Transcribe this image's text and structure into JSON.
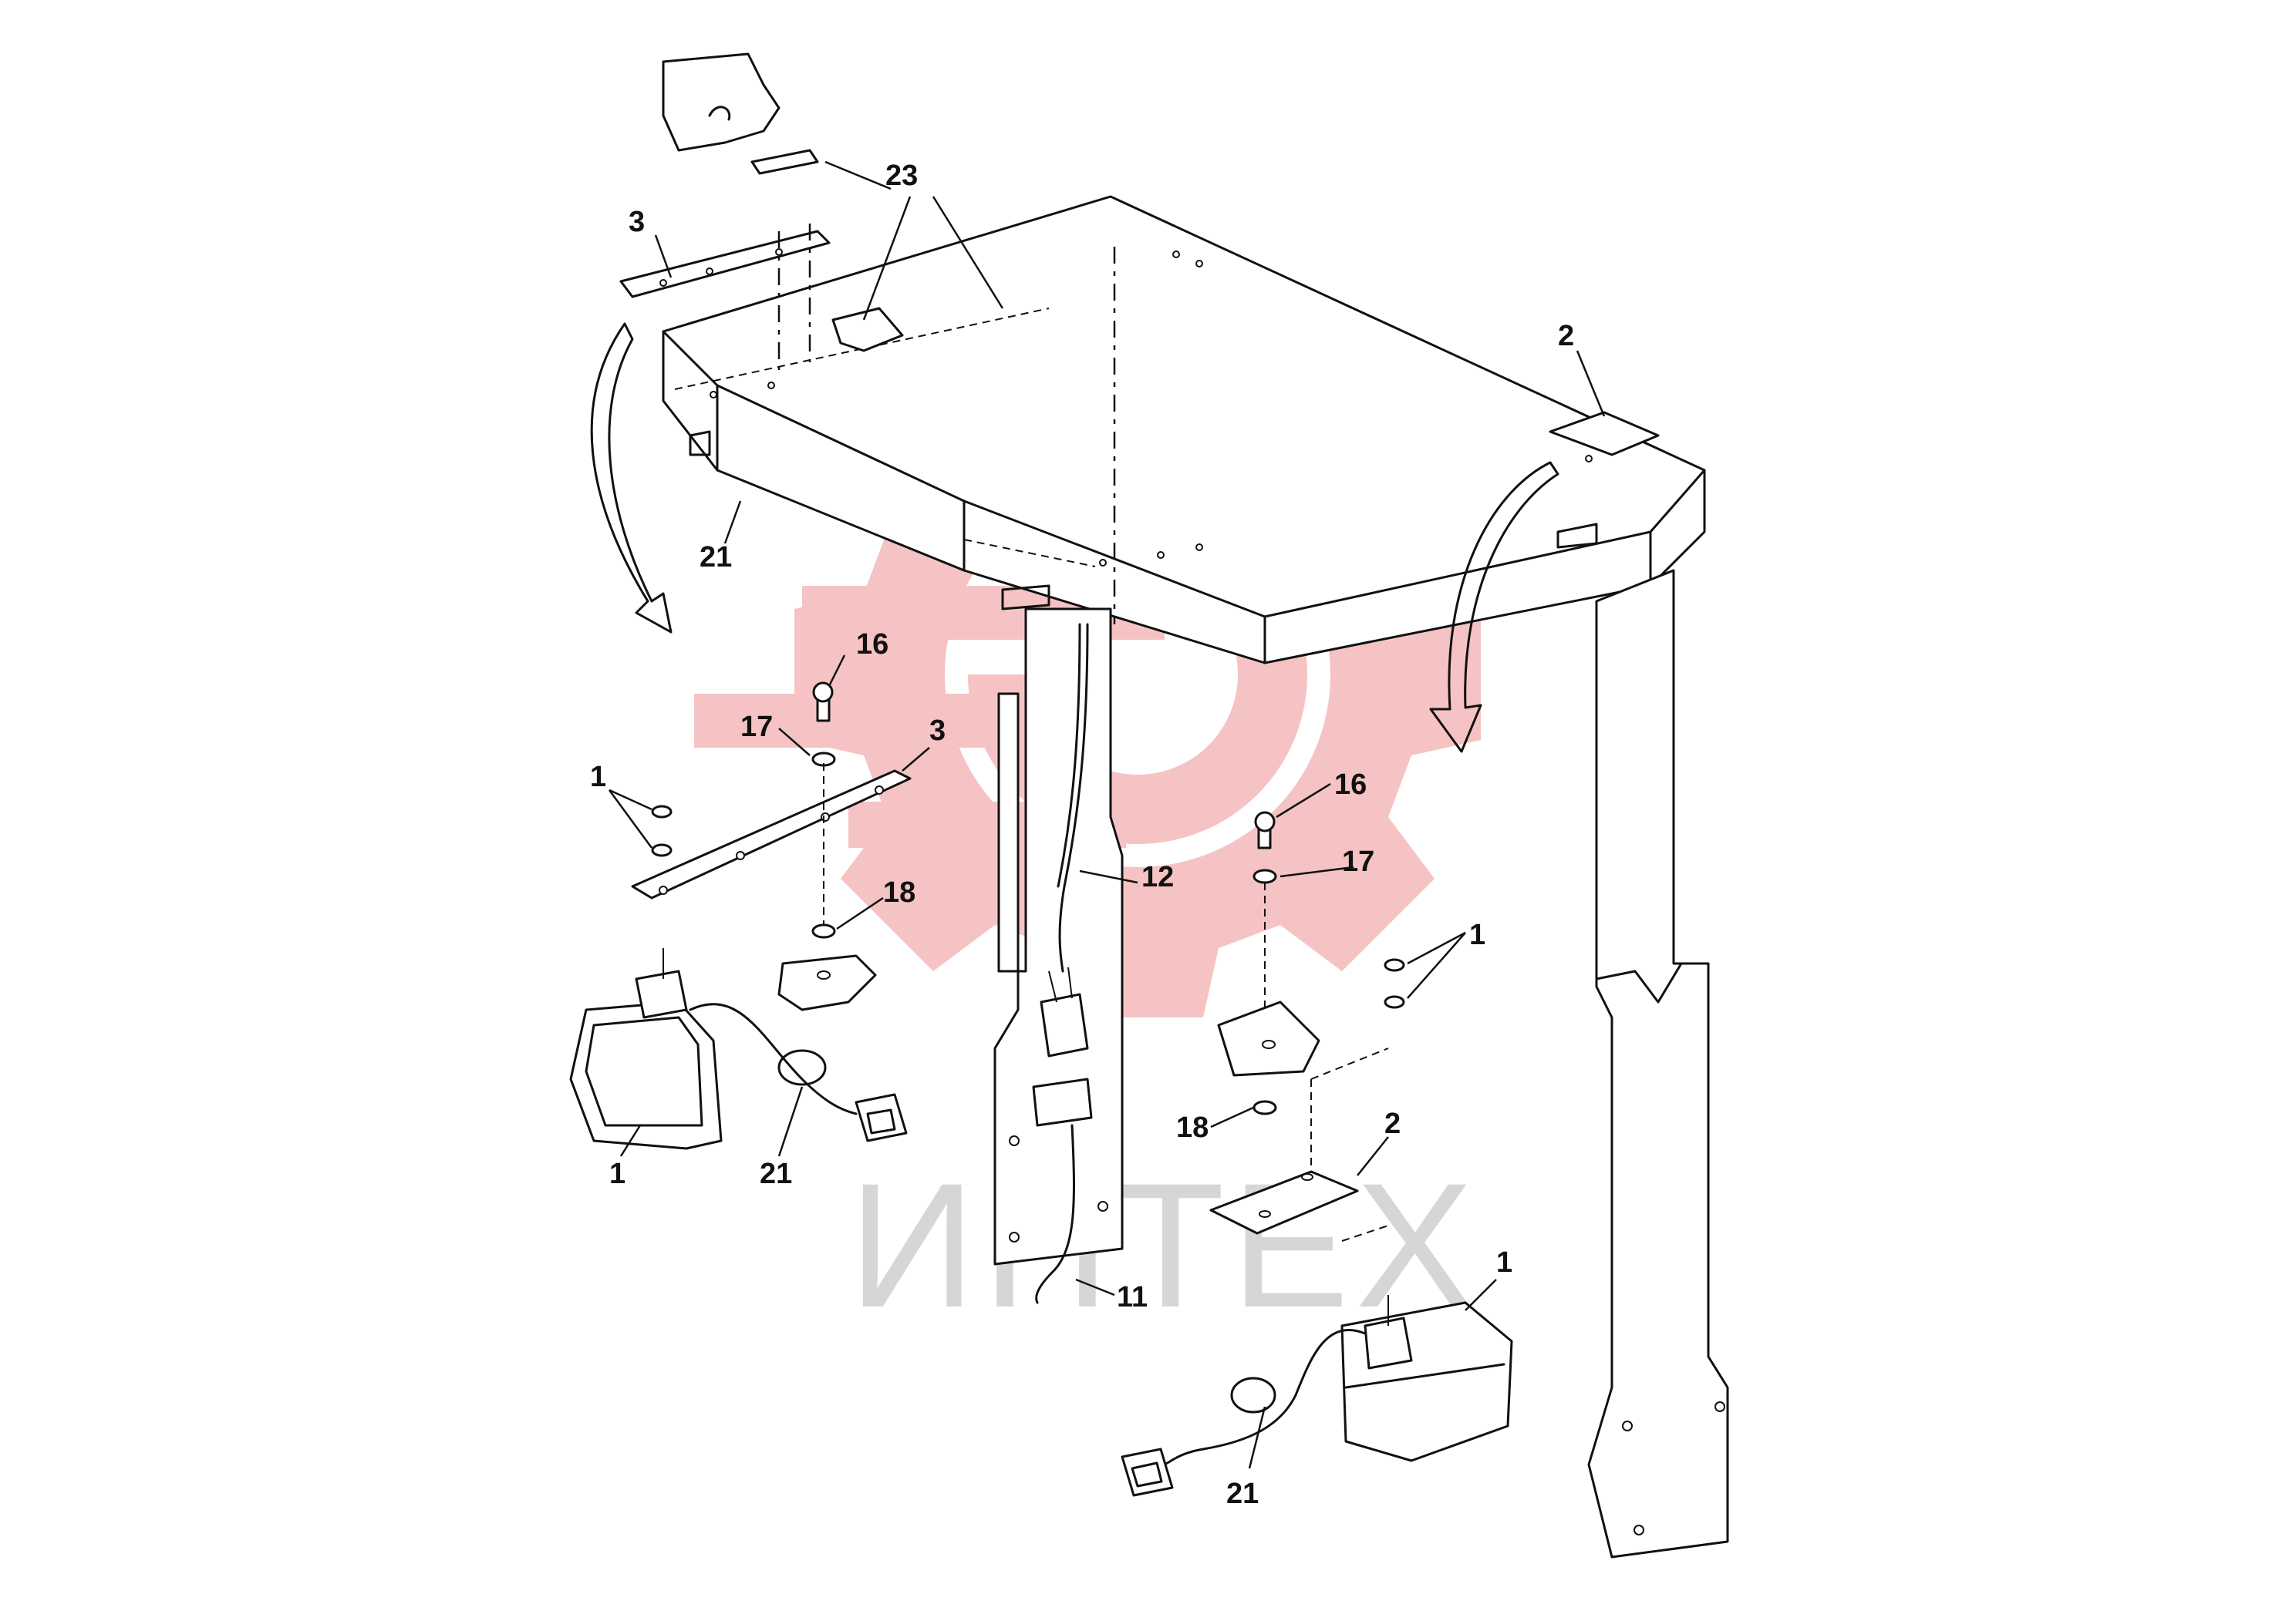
{
  "watermark": {
    "text": "ИНТЕХ",
    "logo_color": "#f5c3c3",
    "text_color": "#d6d6d6"
  },
  "callouts": [
    {
      "id": "c23",
      "label": "23"
    },
    {
      "id": "c3-top",
      "label": "3"
    },
    {
      "id": "c2-top",
      "label": "2"
    },
    {
      "id": "c21-top",
      "label": "21"
    },
    {
      "id": "c16-left",
      "label": "16"
    },
    {
      "id": "c17-left",
      "label": "17"
    },
    {
      "id": "c3-mid",
      "label": "3"
    },
    {
      "id": "c1-left",
      "label": "1"
    },
    {
      "id": "c18-left",
      "label": "18"
    },
    {
      "id": "c12",
      "label": "12"
    },
    {
      "id": "c16-right",
      "label": "16"
    },
    {
      "id": "c17-right",
      "label": "17"
    },
    {
      "id": "c1-right",
      "label": "1"
    },
    {
      "id": "c18-right",
      "label": "18"
    },
    {
      "id": "c2-bottom",
      "label": "2"
    },
    {
      "id": "c1-lamp-left",
      "label": "1"
    },
    {
      "id": "c21-left",
      "label": "21"
    },
    {
      "id": "c11",
      "label": "11"
    },
    {
      "id": "c1-lamp-right",
      "label": "1"
    },
    {
      "id": "c21-right",
      "label": "21"
    }
  ]
}
